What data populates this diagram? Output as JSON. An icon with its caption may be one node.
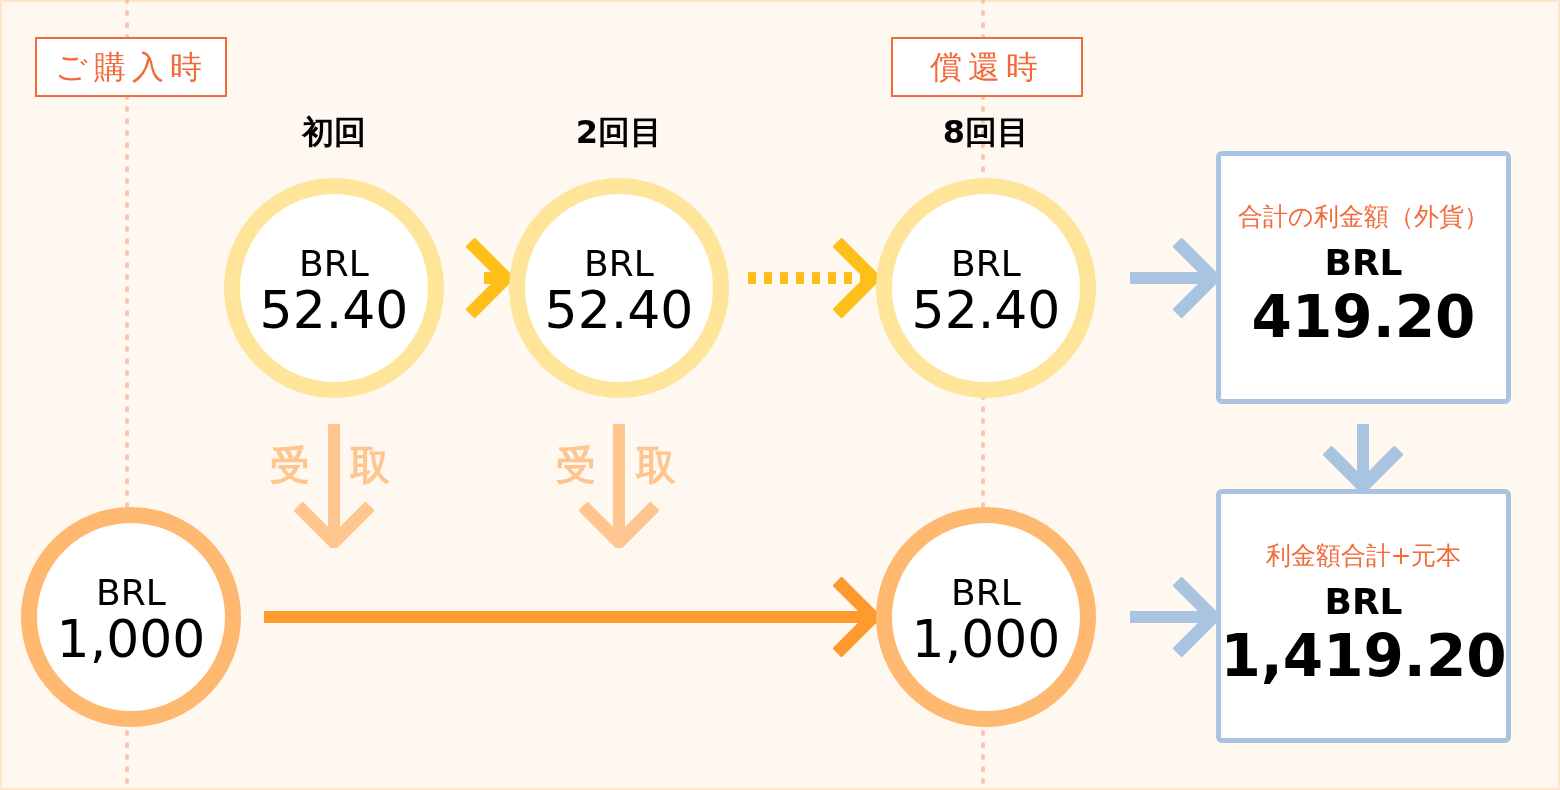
{
  "diagram": {
    "nodes": [
      {
        "text": [
          "ご購入時"
        ]
      },
      {
        "text": [
          "償還時"
        ]
      },
      {
        "text": [
          "BRL",
          "52.40"
        ],
        "beside": [
          "初回"
        ]
      },
      {
        "text": [
          "BRL",
          "52.40"
        ],
        "beside": [
          "2回目"
        ]
      },
      {
        "text": [
          "BRL",
          "52.40"
        ],
        "beside": [
          "8回目"
        ]
      },
      {
        "text": [
          "合計の利金額（外貨）",
          "BRL",
          "419.20"
        ]
      },
      {
        "text": [
          "BRL",
          "1,000"
        ]
      },
      {
        "text": [
          "BRL",
          "1,000"
        ]
      },
      {
        "text": [
          "利金額合計+元本",
          "BRL",
          "1,419.20"
        ]
      }
    ],
    "edges": [
      {
        "from": 2,
        "to": 3,
        "arrow": "to",
        "color": "#ffbf1a"
      },
      {
        "from": 3,
        "to": 4,
        "arrow": "to",
        "style": "dashed",
        "color": "#ffbf1a"
      },
      {
        "from": 4,
        "to": 5,
        "arrow": "to",
        "color": "#a9c4e0"
      },
      {
        "from": 5,
        "to": 8,
        "arrow": "to",
        "color": "#a9c4e0"
      },
      {
        "from": 6,
        "to": 7,
        "arrow": "to",
        "color": "#ff9a2e"
      },
      {
        "from": 7,
        "to": 8,
        "arrow": "to",
        "color": "#a9c4e0"
      },
      {
        "from": 2,
        "to": null,
        "arrow": "to",
        "color": "#ffc58f"
      },
      {
        "from": 3,
        "to": null,
        "arrow": "to",
        "color": "#ffc58f"
      }
    ],
    "labels": [
      "受",
      "取",
      "受",
      "取"
    ]
  }
}
